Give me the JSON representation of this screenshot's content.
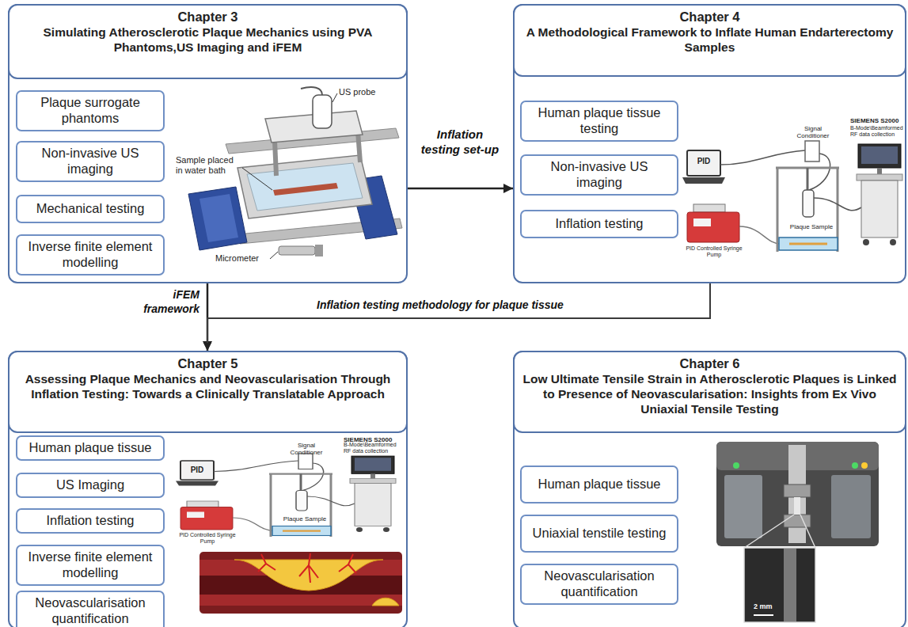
{
  "diagram": {
    "nodes": [
      {
        "text": [
          "Chapter 3",
          "Simulating Atherosclerotic Plaque Mechanics using PVA Phantoms,US Imaging and iFEM"
        ]
      },
      {
        "text": [
          "Plaque surrogate phantoms"
        ],
        "in": 0
      },
      {
        "text": [
          "Non-invasive US imaging"
        ],
        "in": 0
      },
      {
        "text": [
          "Mechanical testing"
        ],
        "in": 0
      },
      {
        "text": [
          "Inverse finite element modelling"
        ],
        "in": 0
      },
      {
        "text": [
          "Chapter 4",
          "A Methodological Framework to Inflate Human Endarterectomy Samples"
        ]
      },
      {
        "text": [
          "Human plaque tissue testing"
        ],
        "in": 5
      },
      {
        "text": [
          "Non-invasive US imaging"
        ],
        "in": 5
      },
      {
        "text": [
          "Inflation testing"
        ],
        "in": 5
      },
      {
        "text": [
          "Chapter 5",
          "Assessing Plaque Mechanics and Neovascularisation Through Inflation Testing: Towards a Clinically Translatable Approach"
        ]
      },
      {
        "text": [
          "Human plaque tissue"
        ],
        "in": 9
      },
      {
        "text": [
          "US Imaging"
        ],
        "in": 9
      },
      {
        "text": [
          "Inflation testing"
        ],
        "in": 9
      },
      {
        "text": [
          "Inverse finite element modelling"
        ],
        "in": 9
      },
      {
        "text": [
          "Neovascularisation quantification"
        ],
        "in": 9
      },
      {
        "text": [
          "Chapter 6",
          "Low Ultimate Tensile Strain in Atherosclerotic Plaques is Linked to Presence of Neovascularisation: Insights from Ex Vivo Uniaxial Tensile Testing"
        ]
      },
      {
        "text": [
          "Human plaque tissue"
        ],
        "in": 15
      },
      {
        "text": [
          "Uniaxial tenstile testing"
        ],
        "in": 15
      },
      {
        "text": [
          "Neovascularisation quantification"
        ],
        "in": 15
      }
    ],
    "edges": [
      {
        "from": 0,
        "to": 5,
        "label": "Inflation testing set-up",
        "arrow": "to"
      },
      {
        "from": 0,
        "to": 9,
        "label": "iFEM framework",
        "arrow": "to"
      },
      {
        "from": 5,
        "to": 9,
        "label": "Inflation testing methodology for plaque tissue",
        "arrow": "to"
      }
    ],
    "labels": [
      "US probe",
      "Sample placed in water bath",
      "Micrometer",
      "PID",
      "Signal Conditioner",
      "SIEMENS S2000",
      "B-Mode\\Beamformed RF data collection",
      "PID Controlled Syringe Pump",
      "Plaque Sample",
      "PID",
      "Signal Conditioner",
      "SIEMENS S2000",
      "B-Mode\\Beamformed RF data collection",
      "PID Controlled Syringe Pump",
      "Plaque Sample",
      "2 mm"
    ]
  }
}
